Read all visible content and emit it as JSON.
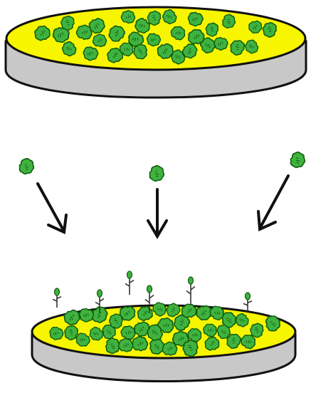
{
  "diagram": {
    "colors": {
      "dish_surface": "#f7f500",
      "dish_side": "#c8c8c8",
      "outline": "#111111",
      "particle_fill": "#3fb23f",
      "particle_stroke": "#0d5a0d",
      "background": "#ffffff"
    },
    "top_dish": {
      "particle_count": 32
    },
    "falling_particles": [
      {
        "id": "left",
        "arrow_direction": "down-right"
      },
      {
        "id": "center",
        "arrow_direction": "down"
      },
      {
        "id": "right",
        "arrow_direction": "down-left"
      }
    ],
    "bottom_dish": {
      "particle_count": 40,
      "sprouts": 6
    },
    "icons": [
      "particle-icon",
      "arrow-icon",
      "sprout-icon"
    ]
  }
}
